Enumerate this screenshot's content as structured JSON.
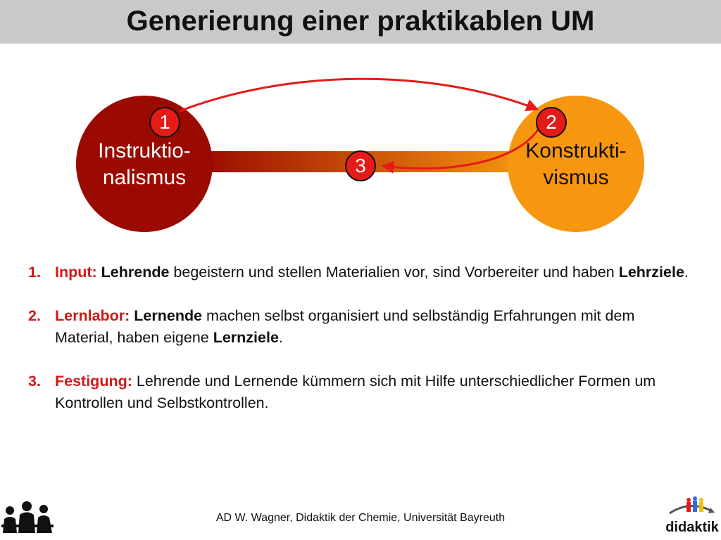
{
  "title": "Generierung einer praktikablen UM",
  "diagram": {
    "left_circle": {
      "line1": "Instruktio-",
      "line2": "nalismus",
      "color": "#9b0a00"
    },
    "right_circle": {
      "line1": "Konstrukti-",
      "line2": "vismus",
      "color": "#f7960f"
    },
    "badges": {
      "b1": "1",
      "b2": "2",
      "b3": "3"
    },
    "arrow_color": "#e41b17"
  },
  "items": [
    {
      "num": "1.",
      "keyword": "Input:",
      "parts": [
        "Lehrende",
        " begeistern und stellen Materialien vor, sind Vorbereiter und haben ",
        "Lehrziele",
        "."
      ]
    },
    {
      "num": "2.",
      "keyword": "Lernlabor:",
      "parts": [
        "Lernende",
        " machen selbst organisiert und selbständig Erfahrungen mit dem Material, haben eigene ",
        "Lernziele",
        "."
      ]
    },
    {
      "num": "3.",
      "keyword": "Festigung:",
      "parts": [
        "Lehrende und Lernende kümmern sich mit Hilfe unterschiedlicher Formen um Kontrollen und Selbstkontrollen."
      ]
    }
  ],
  "footer": "AD W. Wagner, Didaktik der Chemie, Universität Bayreuth",
  "logo_text": "didaktik",
  "icons": {
    "people": "group-silhouette-icon",
    "logo": "didaktik-logo"
  }
}
